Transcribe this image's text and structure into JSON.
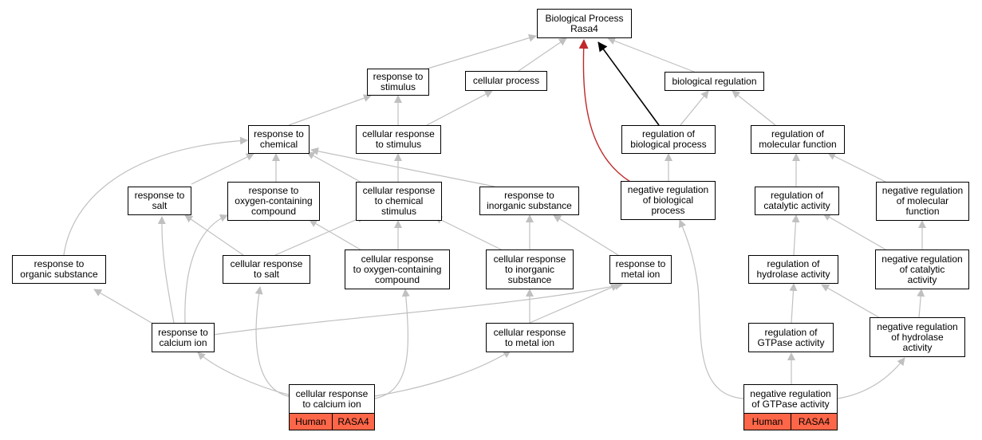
{
  "nodes": {
    "root": "Biological Process\nRasa4",
    "response_to_stimulus": "response to\nstimulus",
    "cellular_process": "cellular process",
    "biological_regulation": "biological regulation",
    "response_to_chemical": "response to\nchemical",
    "cellular_response_to_stimulus": "cellular response\nto stimulus",
    "regulation_of_biological_process": "regulation of\nbiological process",
    "regulation_of_molecular_function": "regulation of\nmolecular function",
    "response_to_salt": "response to\nsalt",
    "response_to_oxygen_containing_compound": "response to\noxygen-containing\ncompound",
    "cellular_response_to_chemical_stimulus": "cellular response\nto chemical\nstimulus",
    "response_to_inorganic_substance": "response to\ninorganic substance",
    "negative_regulation_of_biological_process": "negative regulation\nof biological\nprocess",
    "regulation_of_catalytic_activity": "regulation of\ncatalytic activity",
    "negative_regulation_of_molecular_function": "negative regulation\nof molecular\nfunction",
    "response_to_organic_substance": "response to\norganic substance",
    "cellular_response_to_salt": "cellular response\nto salt",
    "cellular_response_to_oxygen_containing_compound": "cellular response\nto oxygen-containing\ncompound",
    "cellular_response_to_inorganic_substance": "cellular response\nto inorganic\nsubstance",
    "response_to_metal_ion": "response to\nmetal ion",
    "regulation_of_hydrolase_activity": "regulation of\nhydrolase activity",
    "negative_regulation_of_catalytic_activity": "negative regulation\nof catalytic\nactivity",
    "response_to_calcium_ion": "response to\ncalcium ion",
    "cellular_response_to_metal_ion": "cellular response\nto metal ion",
    "regulation_of_gtpase_activity": "regulation of\nGTPase activity",
    "negative_regulation_of_hydrolase_activity": "negative regulation\nof hydrolase\nactivity",
    "cellular_response_to_calcium_ion": "cellular response\nto calcium ion",
    "negative_regulation_of_gtpase_activity": "negative regulation\nof GTPase activity"
  },
  "gene_tags": {
    "species": "Human",
    "gene": "RASA4"
  },
  "colors": {
    "edge_default": "#c0c0c0",
    "edge_highlight_black": "#000000",
    "edge_highlight_red": "#c0282a",
    "tag_fill": "#fd6648"
  }
}
